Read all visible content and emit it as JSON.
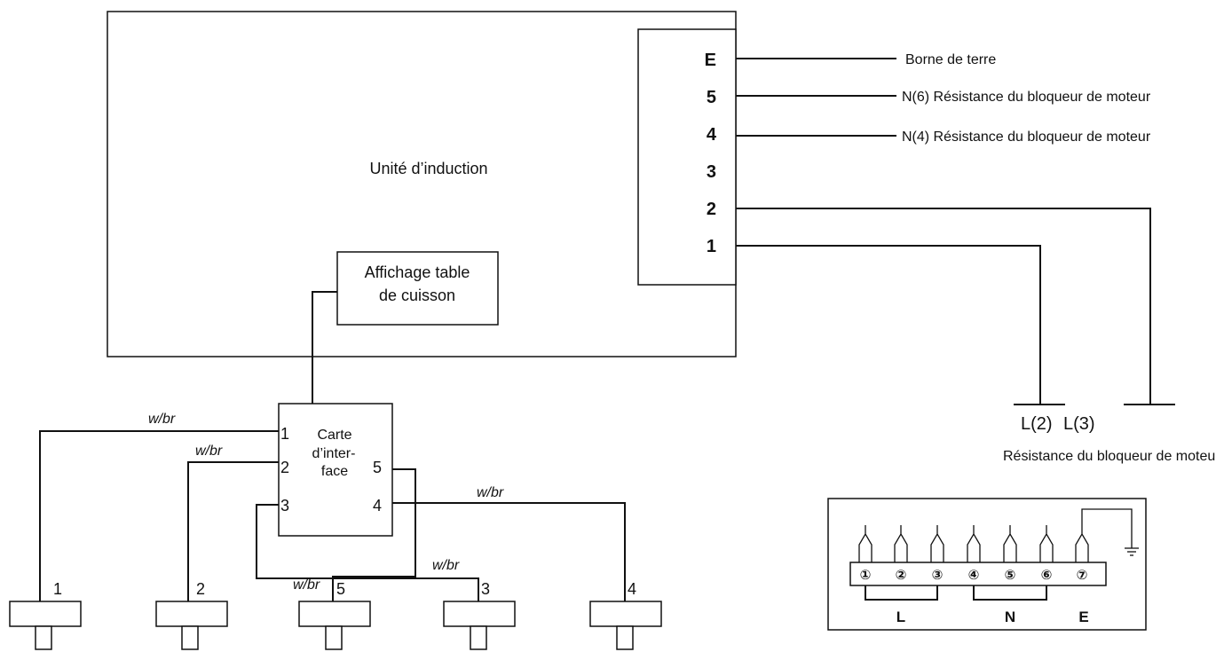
{
  "induction_unit": {
    "label": "Unité d’induction"
  },
  "display": {
    "line1": "Affichage table",
    "line2": "de cuisson"
  },
  "terminal_block": {
    "terminals": [
      "E",
      "5",
      "4",
      "3",
      "2",
      "1"
    ]
  },
  "right_labels": {
    "earth": "Borne de terre",
    "n6": "N(6) Résistance du bloqueur de moteur",
    "n4": "N(4) Résistance du bloqueur de moteur"
  },
  "phase_labels": {
    "l2": "L(2)",
    "l3": "L(3)"
  },
  "motor_blocker_caption": "Résistance du bloqueur de moteur",
  "interface_board": {
    "line1": "Carte",
    "line2": "d’inter-",
    "line3": "face",
    "pins": [
      "1",
      "2",
      "3",
      "4",
      "5"
    ]
  },
  "wire_label": "w/br",
  "coils": [
    "1",
    "2",
    "5",
    "3",
    "4"
  ],
  "connection_block": {
    "numbers": [
      "①",
      "②",
      "③",
      "④",
      "⑤",
      "⑥",
      "⑦"
    ],
    "groups": [
      "L",
      "N",
      "E"
    ]
  }
}
